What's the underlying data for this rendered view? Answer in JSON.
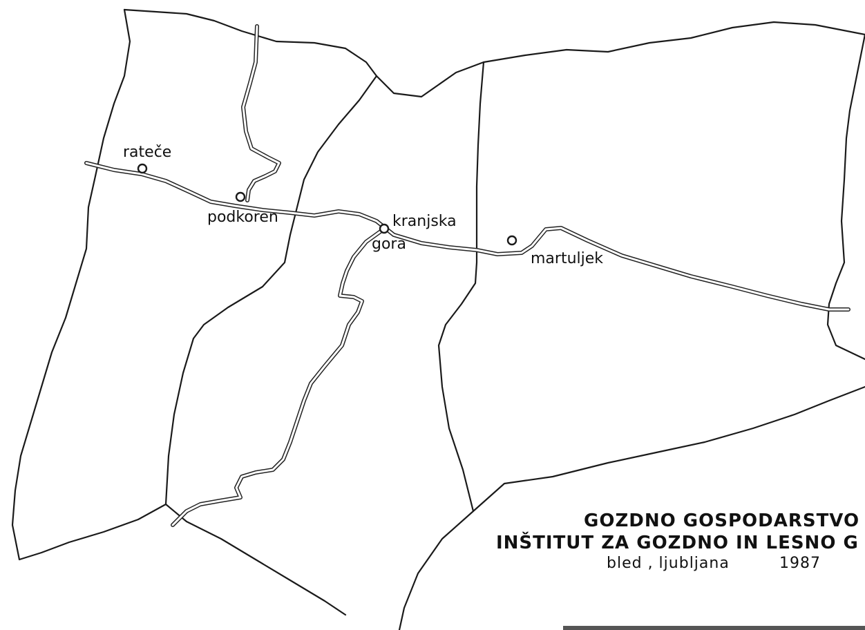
{
  "map": {
    "towns": [
      {
        "id": "ratece",
        "label": "rateče"
      },
      {
        "id": "podkoren",
        "label": "podkoren"
      },
      {
        "id": "kranjska-gora",
        "label_line1": "kranjska",
        "label_line2": "gora"
      },
      {
        "id": "martuljek",
        "label": "martuljek"
      }
    ],
    "title": {
      "line1": "GOZDNO  GOSPODARSTVO",
      "line2": "INŠTITUT  ZA  GOZDNO IN  LESNO  G",
      "line3_place": "bled , ljubljana",
      "line3_year": "1987"
    }
  }
}
